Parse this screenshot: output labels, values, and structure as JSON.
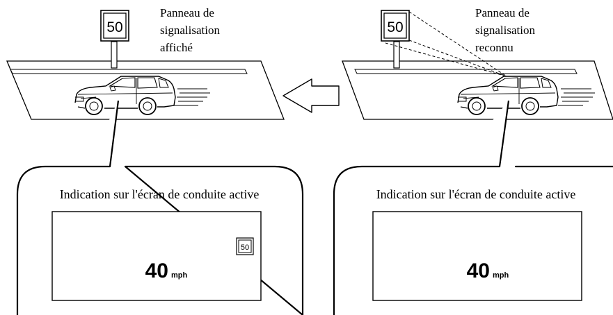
{
  "left_panel": {
    "caption_line1": "Panneau de",
    "caption_line2": "signalisation",
    "caption_line3": "affiché",
    "sign_value": "50",
    "callout_title": "Indication sur l'écran de conduite active",
    "display_speed": "40",
    "display_unit": "mph",
    "display_sign_value": "50"
  },
  "right_panel": {
    "caption_line1": "Panneau de",
    "caption_line2": "signalisation",
    "caption_line3": "reconnu",
    "sign_value": "50",
    "callout_title": "Indication sur l'écran de conduite active",
    "display_speed": "40",
    "display_unit": "mph"
  },
  "icons": {
    "arrow": "left-arrow-icon",
    "car": "car-icon",
    "sign": "speed-limit-sign-icon"
  },
  "colors": {
    "line": "#000000",
    "background": "#ffffff"
  }
}
